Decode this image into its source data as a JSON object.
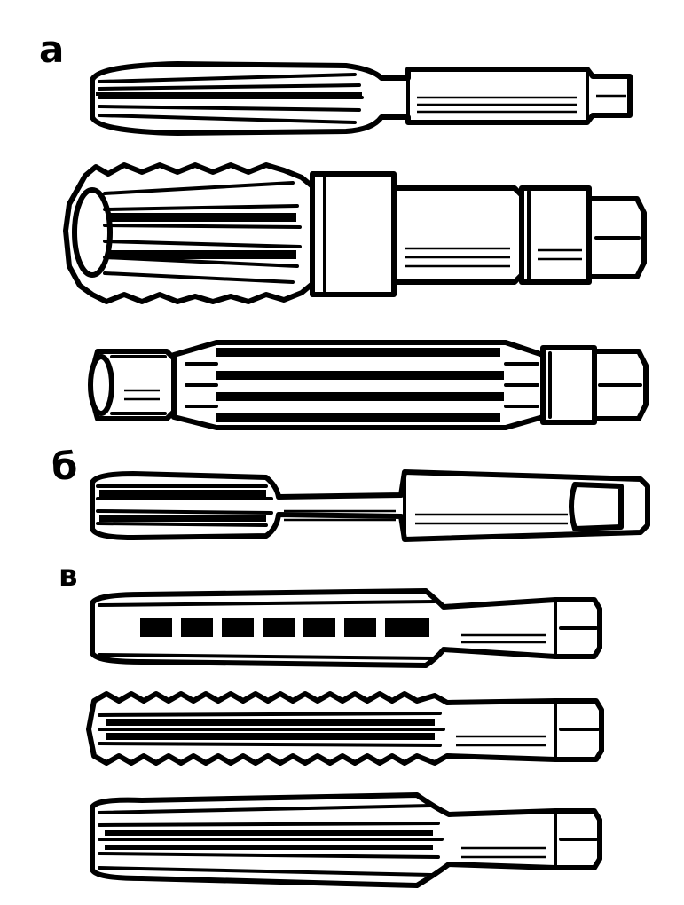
{
  "labels": {
    "a": "а",
    "b": "б",
    "v": "в"
  },
  "colors": {
    "ink": "#000000",
    "paper": "#ffffff"
  }
}
